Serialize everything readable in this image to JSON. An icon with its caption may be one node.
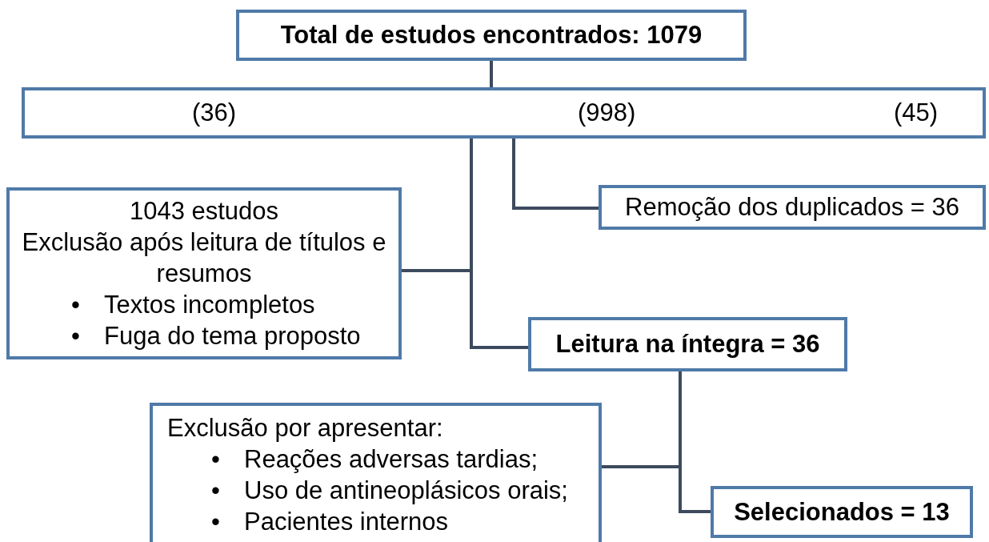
{
  "diagram": {
    "nodes": [
      {
        "text": [
          "Total de estudos encontrados: 1079"
        ]
      },
      {
        "text": [
          "(36)",
          "(998)",
          "(45)"
        ]
      },
      {
        "text": [
          "1043 estudos",
          "Exclusão após leitura de títulos e resumos",
          "•",
          "Textos incompletos",
          "•",
          "Fuga do tema proposto"
        ]
      },
      {
        "text": [
          "Remoção dos duplicados = 36"
        ]
      },
      {
        "text": [
          "Leitura na íntegra = 36"
        ]
      },
      {
        "text": [
          "Exclusão por apresentar:",
          "•",
          "Reações adversas tardias;",
          "•",
          "Uso de antineoplásicos orais;",
          "•",
          "Pacientes internos"
        ]
      },
      {
        "text": [
          "Selecionados = 13"
        ]
      }
    ],
    "edges": [
      {
        "from": 0,
        "to": 1,
        "arrow": "none"
      },
      {
        "from": 1,
        "to": 3,
        "arrow": "none"
      },
      {
        "from": 1,
        "to": 2,
        "arrow": "none"
      },
      {
        "from": 1,
        "to": 4,
        "arrow": "none"
      },
      {
        "from": 4,
        "to": 5,
        "arrow": "none"
      },
      {
        "from": 4,
        "to": 6,
        "arrow": "none"
      }
    ]
  }
}
